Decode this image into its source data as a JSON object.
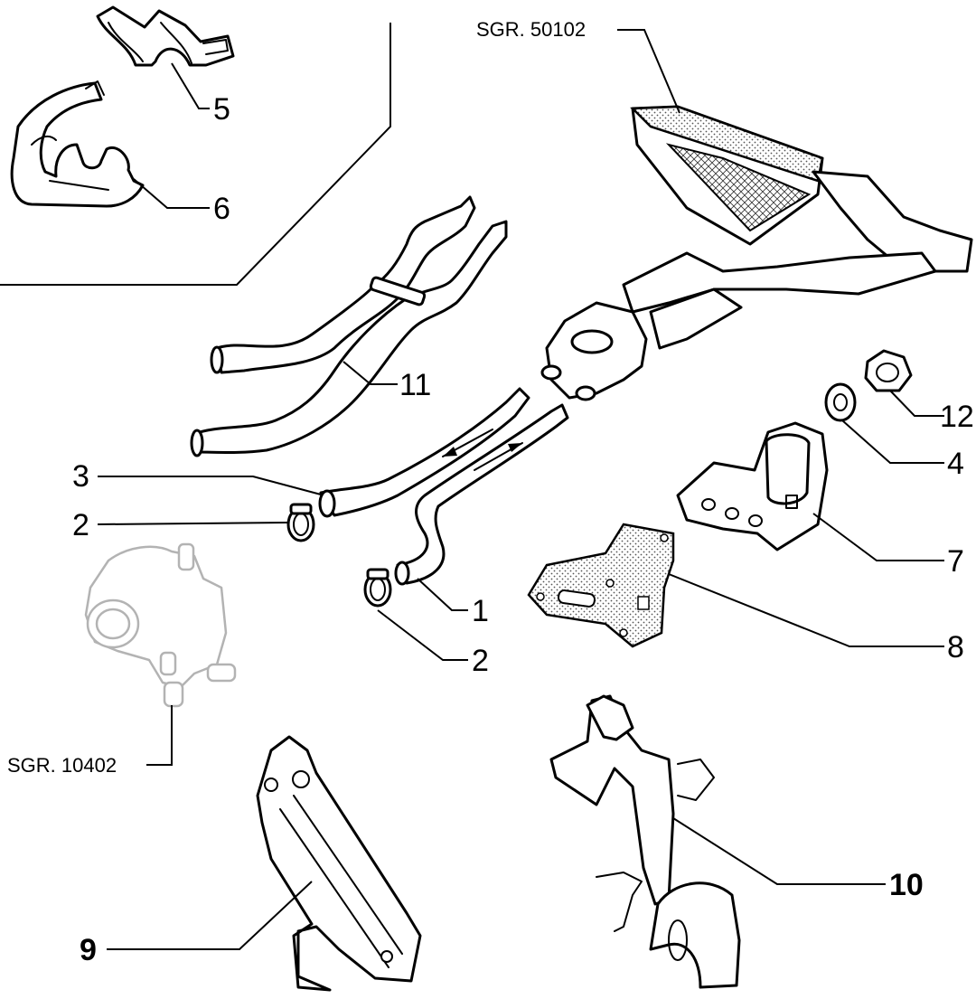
{
  "references": {
    "ref_top": "SGR. 50102",
    "ref_left": "SGR. 10402"
  },
  "callouts": {
    "c1": "1",
    "c2a": "2",
    "c2b": "2",
    "c3": "3",
    "c4": "4",
    "c5": "5",
    "c6": "6",
    "c7": "7",
    "c8": "8",
    "c9": "9",
    "c10": "10",
    "c11": "11",
    "c12": "12"
  },
  "colors": {
    "line": "#000000",
    "background": "#ffffff",
    "ghost_part": "#b3b3b3"
  }
}
